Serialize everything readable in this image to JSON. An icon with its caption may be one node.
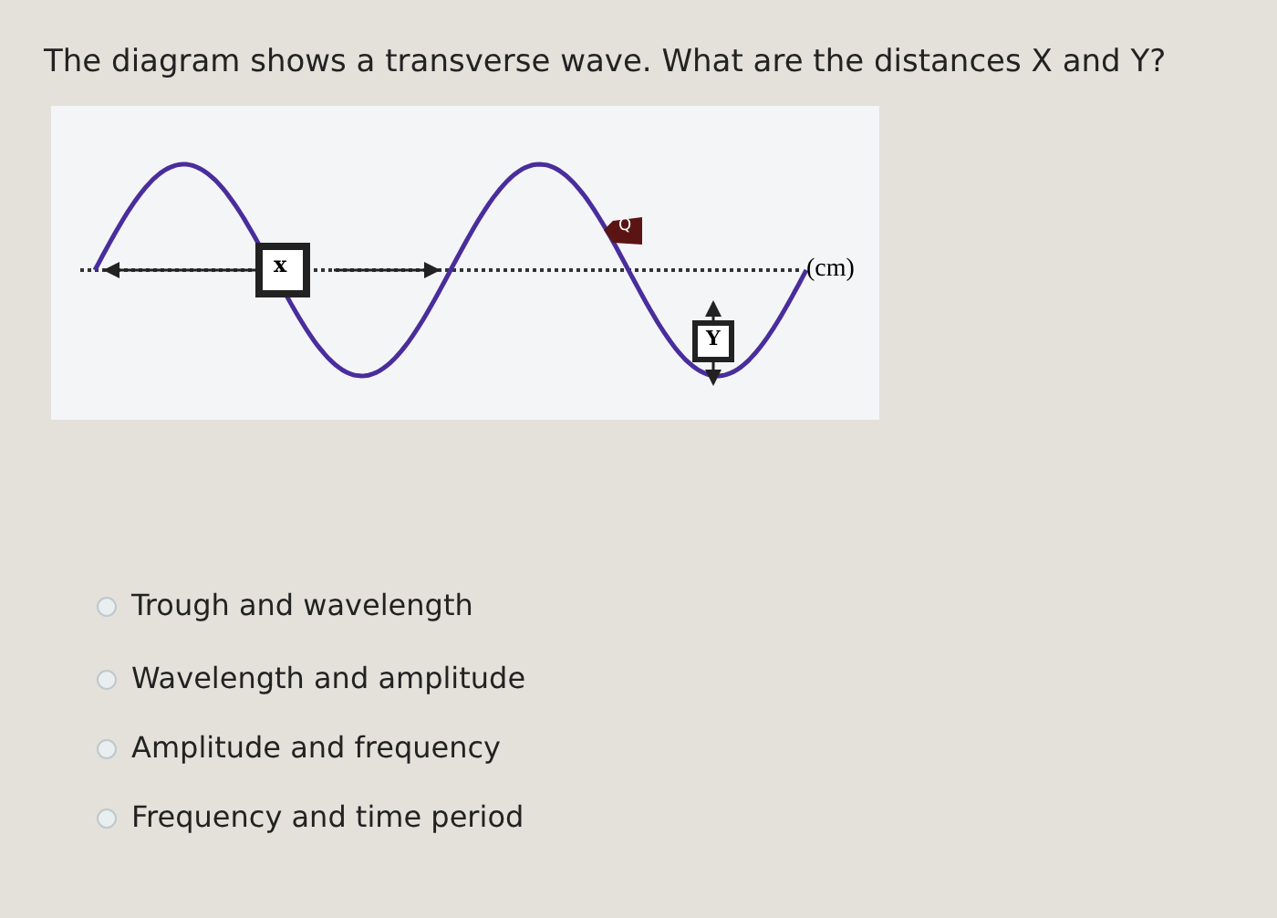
{
  "diagram": {
    "title": "The diagram shows a transverse wave. What are the distances X and Y?",
    "labels": [
      "x",
      "Q",
      "(cm)",
      "Y",
      "Trough and wavelength",
      "Wavelength and amplitude",
      "Amplitude and frequency",
      "Frequency and time period"
    ]
  }
}
